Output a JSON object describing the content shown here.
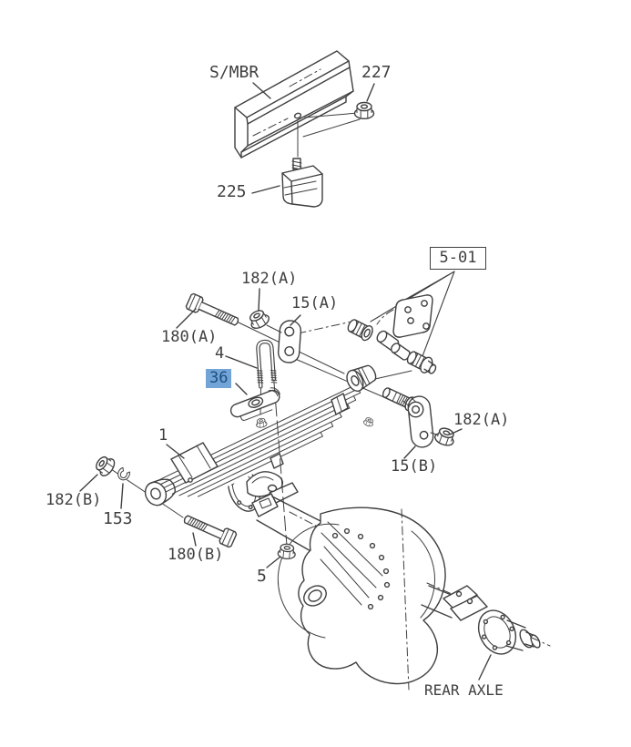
{
  "colors": {
    "line": "#3f3f3f",
    "background": "#ffffff",
    "highlight_bg": "#72a4d8",
    "highlight_text": "#1d4e7e"
  },
  "diagram": {
    "type": "exploded-parts-diagram",
    "description": "Rear suspension leaf spring, side member and rear axle parts diagram",
    "selected_part": "36",
    "labels": [
      {
        "id": "side-member",
        "text": "S/MBR"
      },
      {
        "id": "part-227",
        "text": "227"
      },
      {
        "id": "part-225",
        "text": "225"
      },
      {
        "id": "ref-5-01",
        "text": "5-01"
      },
      {
        "id": "part-182A-upper",
        "text": "182(A)"
      },
      {
        "id": "part-15A",
        "text": "15(A)"
      },
      {
        "id": "part-180A",
        "text": "180(A)"
      },
      {
        "id": "part-4",
        "text": "4"
      },
      {
        "id": "part-36",
        "text": "36",
        "selected": true
      },
      {
        "id": "part-182A-right",
        "text": "182(A)"
      },
      {
        "id": "part-15B",
        "text": "15(B)"
      },
      {
        "id": "part-1",
        "text": "1"
      },
      {
        "id": "part-182B",
        "text": "182(B)"
      },
      {
        "id": "part-153",
        "text": "153"
      },
      {
        "id": "part-180B",
        "text": "180(B)"
      },
      {
        "id": "part-5",
        "text": "5"
      },
      {
        "id": "rear-axle",
        "text": "REAR AXLE"
      }
    ]
  }
}
